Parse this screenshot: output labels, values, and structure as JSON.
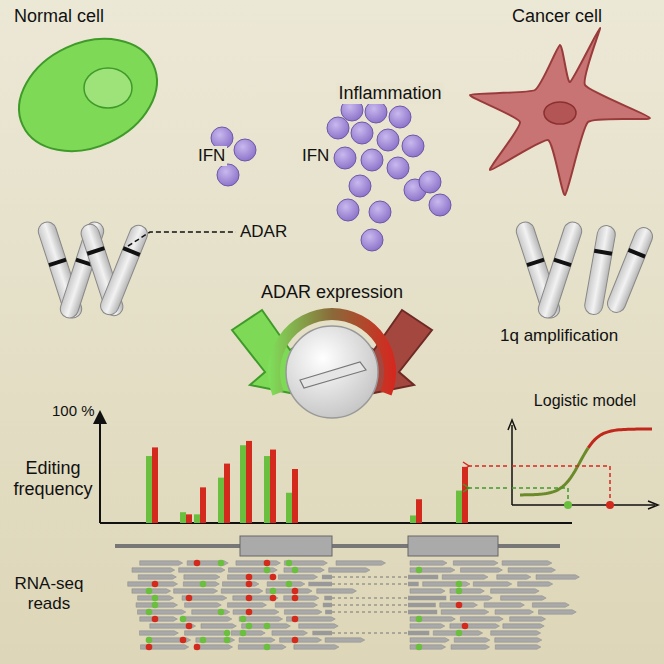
{
  "diagram": {
    "labels": [
      "Normal cell",
      "Cancer cell",
      "Inflammation",
      "IFN",
      "IFN",
      "ADAR",
      "ADAR expression",
      "1q amplification",
      "Logistic model",
      "100 %",
      "Editing frequency",
      "RNA-seq reads"
    ]
  }
}
